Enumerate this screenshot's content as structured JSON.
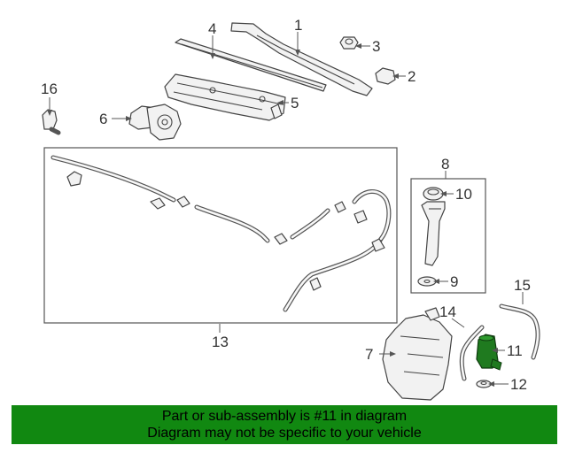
{
  "callouts": {
    "c1": "1",
    "c2": "2",
    "c3": "3",
    "c4": "4",
    "c5": "5",
    "c6": "6",
    "c7": "7",
    "c8": "8",
    "c9": "9",
    "c10": "10",
    "c11": "11",
    "c12": "12",
    "c13": "13",
    "c14": "14",
    "c15": "15",
    "c16": "16"
  },
  "banner": {
    "line1": "Part or sub-assembly is #11 in diagram",
    "line2": "Diagram may not be specific to your vehicle"
  },
  "colors": {
    "banner_bg": "#118811",
    "highlight_part": "#1f7a1f"
  }
}
